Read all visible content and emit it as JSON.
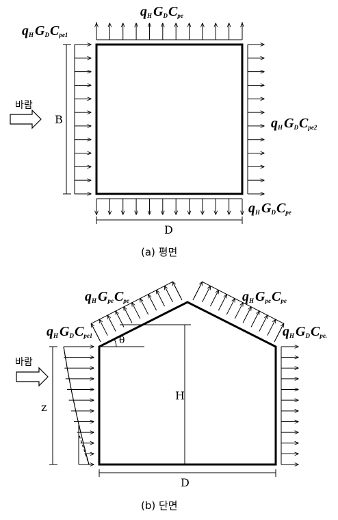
{
  "diagram": {
    "plan": {
      "caption": "(a) 평면",
      "wind_label": "바람",
      "dim_B": "B",
      "dim_D": "D",
      "windward_load": {
        "q": "q",
        "qsub": "H",
        "g": "G",
        "gsub": "D",
        "c": "C",
        "csub": "pe1"
      },
      "roof_top_load": {
        "q": "q",
        "qsub": "H",
        "g": "G",
        "gsub": "D",
        "c": "C",
        "csub": "pe"
      },
      "leeward_load": {
        "q": "q",
        "qsub": "H",
        "g": "G",
        "gsub": "D",
        "c": "C",
        "csub": "pe2"
      },
      "bottom_load": {
        "q": "q",
        "qsub": "H",
        "g": "G",
        "gsub": "D",
        "c": "C",
        "csub": "pe"
      }
    },
    "section": {
      "caption": "(b) 단면",
      "wind_label": "바람",
      "dim_z": "z",
      "dim_H": "H",
      "dim_D": "D",
      "angle_label": "θ",
      "roof_left_load": {
        "q": "q",
        "qsub": "H",
        "g": "G",
        "gsub": "pe",
        "c": "C",
        "csub": "pe"
      },
      "roof_right_load": {
        "q": "q",
        "qsub": "H",
        "g": "G",
        "gsub": "pe",
        "c": "C",
        "csub": "pe"
      },
      "wall_left_load": {
        "q": "q",
        "qsub": "H",
        "g": "G",
        "gsub": "D",
        "c": "C",
        "csub": "pe1"
      },
      "wall_right_load": {
        "q": "q",
        "qsub": "H",
        "g": "G",
        "gsub": "D",
        "c": "C",
        "csub": "pe."
      }
    }
  }
}
